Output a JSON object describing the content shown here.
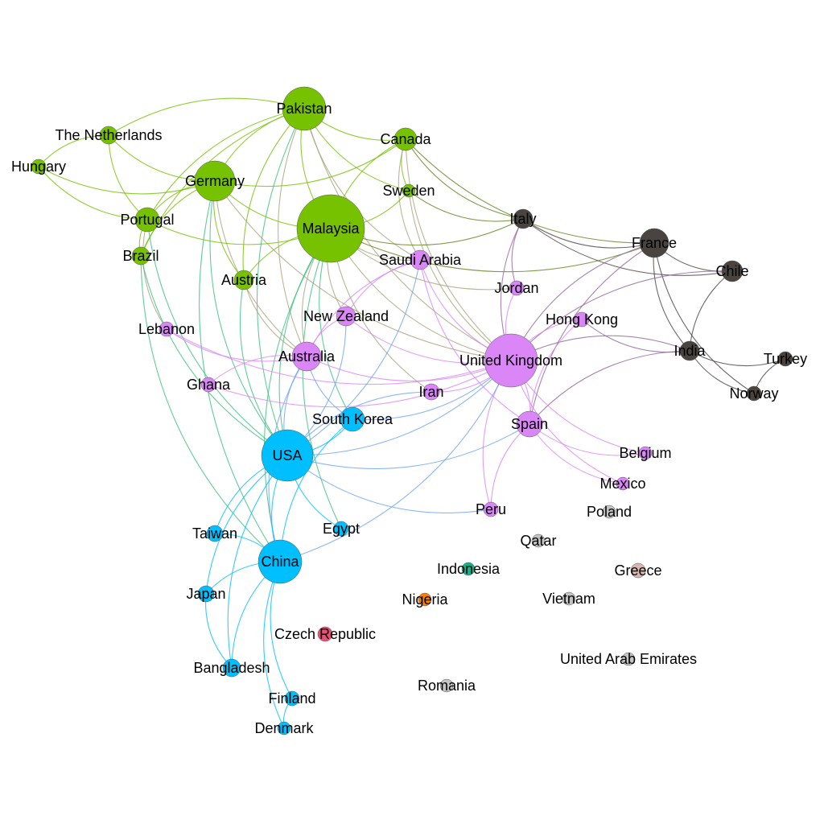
{
  "graph": {
    "group_colors": {
      "green": "#76c100",
      "purple": "#da86f7",
      "dark": "#4a4440",
      "blue": "#00bfff",
      "gray": "#c4c4c4",
      "pink": "#e8507a",
      "teal": "#10b48c",
      "orange": "#f88000",
      "rose": "#d6b8b0"
    },
    "nodes": [
      {
        "id": "Pakistan",
        "group": "green"
      },
      {
        "id": "The Netherlands",
        "group": "green"
      },
      {
        "id": "Hungary",
        "group": "green"
      },
      {
        "id": "Canada",
        "group": "green"
      },
      {
        "id": "Germany",
        "group": "green"
      },
      {
        "id": "Sweden",
        "group": "green"
      },
      {
        "id": "Malaysia",
        "group": "green"
      },
      {
        "id": "Portugal",
        "group": "green"
      },
      {
        "id": "Brazil",
        "group": "green"
      },
      {
        "id": "Austria",
        "group": "green"
      },
      {
        "id": "Saudi Arabia",
        "group": "purple"
      },
      {
        "id": "Jordan",
        "group": "purple"
      },
      {
        "id": "New Zealand",
        "group": "purple"
      },
      {
        "id": "Hong Kong",
        "group": "purple"
      },
      {
        "id": "Lebanon",
        "group": "purple"
      },
      {
        "id": "Australia",
        "group": "purple"
      },
      {
        "id": "United Kingdom",
        "group": "purple"
      },
      {
        "id": "Ghana",
        "group": "purple"
      },
      {
        "id": "Iran",
        "group": "purple"
      },
      {
        "id": "Spain",
        "group": "purple"
      },
      {
        "id": "Belgium",
        "group": "purple"
      },
      {
        "id": "Mexico",
        "group": "purple"
      },
      {
        "id": "Peru",
        "group": "purple"
      },
      {
        "id": "Italy",
        "group": "dark"
      },
      {
        "id": "France",
        "group": "dark"
      },
      {
        "id": "Chile",
        "group": "dark"
      },
      {
        "id": "India",
        "group": "dark"
      },
      {
        "id": "Turkey",
        "group": "dark"
      },
      {
        "id": "Norway",
        "group": "dark"
      },
      {
        "id": "South Korea",
        "group": "blue"
      },
      {
        "id": "USA",
        "group": "blue"
      },
      {
        "id": "Taiwan",
        "group": "blue"
      },
      {
        "id": "Egypt",
        "group": "blue"
      },
      {
        "id": "China",
        "group": "blue"
      },
      {
        "id": "Japan",
        "group": "blue"
      },
      {
        "id": "Bangladesh",
        "group": "blue"
      },
      {
        "id": "Finland",
        "group": "blue"
      },
      {
        "id": "Denmark",
        "group": "blue"
      },
      {
        "id": "Czech Republic",
        "group": "pink"
      },
      {
        "id": "Indonesia",
        "group": "teal"
      },
      {
        "id": "Nigeria",
        "group": "orange"
      },
      {
        "id": "Poland",
        "group": "gray"
      },
      {
        "id": "Qatar",
        "group": "gray"
      },
      {
        "id": "Greece",
        "group": "rose"
      },
      {
        "id": "Vietnam",
        "group": "gray"
      },
      {
        "id": "United Arab Emirates",
        "group": "gray"
      },
      {
        "id": "Romania",
        "group": "gray"
      }
    ],
    "edges": [
      [
        "Pakistan",
        "Germany"
      ],
      [
        "Pakistan",
        "Malaysia"
      ],
      [
        "Pakistan",
        "Canada"
      ],
      [
        "Pakistan",
        "Portugal"
      ],
      [
        "Pakistan",
        "Sweden"
      ],
      [
        "Pakistan",
        "Austria"
      ],
      [
        "Pakistan",
        "Brazil"
      ],
      [
        "Pakistan",
        "Australia"
      ],
      [
        "Pakistan",
        "USA"
      ],
      [
        "Pakistan",
        "Saudi Arabia"
      ],
      [
        "Pakistan",
        "United Kingdom"
      ],
      [
        "Pakistan",
        "The Netherlands"
      ],
      [
        "The Netherlands",
        "Hungary"
      ],
      [
        "The Netherlands",
        "Germany"
      ],
      [
        "The Netherlands",
        "Portugal"
      ],
      [
        "Hungary",
        "Portugal"
      ],
      [
        "Hungary",
        "Germany"
      ],
      [
        "Germany",
        "Malaysia"
      ],
      [
        "Germany",
        "Portugal"
      ],
      [
        "Germany",
        "Brazil"
      ],
      [
        "Germany",
        "Austria"
      ],
      [
        "Germany",
        "Canada"
      ],
      [
        "Germany",
        "USA"
      ],
      [
        "Germany",
        "China"
      ],
      [
        "Germany",
        "Australia"
      ],
      [
        "Germany",
        "United Kingdom"
      ],
      [
        "Portugal",
        "Brazil"
      ],
      [
        "Portugal",
        "Malaysia"
      ],
      [
        "Portugal",
        "Lebanon"
      ],
      [
        "Portugal",
        "USA"
      ],
      [
        "Brazil",
        "USA"
      ],
      [
        "Brazil",
        "China"
      ],
      [
        "Canada",
        "Malaysia"
      ],
      [
        "Canada",
        "Sweden"
      ],
      [
        "Canada",
        "France"
      ],
      [
        "Canada",
        "Italy"
      ],
      [
        "Canada",
        "United Kingdom"
      ],
      [
        "Canada",
        "Saudi Arabia"
      ],
      [
        "Malaysia",
        "Sweden"
      ],
      [
        "Malaysia",
        "Austria"
      ],
      [
        "Malaysia",
        "Italy"
      ],
      [
        "Malaysia",
        "France"
      ],
      [
        "Malaysia",
        "Saudi Arabia"
      ],
      [
        "Malaysia",
        "United Kingdom"
      ],
      [
        "Malaysia",
        "Australia"
      ],
      [
        "Malaysia",
        "New Zealand"
      ],
      [
        "Malaysia",
        "USA"
      ],
      [
        "Malaysia",
        "China"
      ],
      [
        "Malaysia",
        "South Korea"
      ],
      [
        "Malaysia",
        "Iran"
      ],
      [
        "Malaysia",
        "Jordan"
      ],
      [
        "Malaysia",
        "Egypt"
      ],
      [
        "Sweden",
        "Italy"
      ],
      [
        "Sweden",
        "United Kingdom"
      ],
      [
        "Austria",
        "Australia"
      ],
      [
        "Austria",
        "USA"
      ],
      [
        "Italy",
        "France"
      ],
      [
        "Italy",
        "Chile"
      ],
      [
        "Italy",
        "United Kingdom"
      ],
      [
        "Italy",
        "Jordan"
      ],
      [
        "France",
        "Chile"
      ],
      [
        "France",
        "India"
      ],
      [
        "France",
        "United Kingdom"
      ],
      [
        "France",
        "Spain"
      ],
      [
        "France",
        "Norway"
      ],
      [
        "Chile",
        "India"
      ],
      [
        "Chile",
        "United Kingdom"
      ],
      [
        "India",
        "Turkey"
      ],
      [
        "India",
        "Norway"
      ],
      [
        "Turkey",
        "Norway"
      ],
      [
        "India",
        "United Kingdom"
      ],
      [
        "India",
        "Spain"
      ],
      [
        "Saudi Arabia",
        "United Kingdom"
      ],
      [
        "Saudi Arabia",
        "Australia"
      ],
      [
        "Saudi Arabia",
        "Spain"
      ],
      [
        "Saudi Arabia",
        "New Zealand"
      ],
      [
        "Jordan",
        "United Kingdom"
      ],
      [
        "Hong Kong",
        "United Kingdom"
      ],
      [
        "Hong Kong",
        "India"
      ],
      [
        "Hong Kong",
        "Spain"
      ],
      [
        "New Zealand",
        "United Kingdom"
      ],
      [
        "New Zealand",
        "Australia"
      ],
      [
        "Lebanon",
        "Australia"
      ],
      [
        "Lebanon",
        "United Kingdom"
      ],
      [
        "Australia",
        "United Kingdom"
      ],
      [
        "Australia",
        "Ghana"
      ],
      [
        "Australia",
        "USA"
      ],
      [
        "Australia",
        "China"
      ],
      [
        "Australia",
        "South Korea"
      ],
      [
        "Ghana",
        "United Kingdom"
      ],
      [
        "Iran",
        "United Kingdom"
      ],
      [
        "Iran",
        "USA"
      ],
      [
        "Spain",
        "United Kingdom"
      ],
      [
        "Spain",
        "Belgium"
      ],
      [
        "Spain",
        "Mexico"
      ],
      [
        "Spain",
        "Peru"
      ],
      [
        "United Kingdom",
        "Belgium"
      ],
      [
        "United Kingdom",
        "Mexico"
      ],
      [
        "United Kingdom",
        "Peru"
      ],
      [
        "USA",
        "China"
      ],
      [
        "USA",
        "South Korea"
      ],
      [
        "USA",
        "Taiwan"
      ],
      [
        "USA",
        "Egypt"
      ],
      [
        "USA",
        "Japan"
      ],
      [
        "USA",
        "Bangladesh"
      ],
      [
        "USA",
        "United Kingdom"
      ],
      [
        "USA",
        "Spain"
      ],
      [
        "USA",
        "Peru"
      ],
      [
        "USA",
        "Saudi Arabia"
      ],
      [
        "USA",
        "New Zealand"
      ],
      [
        "South Korea",
        "United Kingdom"
      ],
      [
        "South Korea",
        "China"
      ],
      [
        "China",
        "Taiwan"
      ],
      [
        "China",
        "Japan"
      ],
      [
        "China",
        "Bangladesh"
      ],
      [
        "China",
        "Finland"
      ],
      [
        "China",
        "Denmark"
      ],
      [
        "China",
        "United Kingdom"
      ],
      [
        "Finland",
        "Denmark"
      ],
      [
        "Japan",
        "Bangladesh"
      ]
    ]
  }
}
